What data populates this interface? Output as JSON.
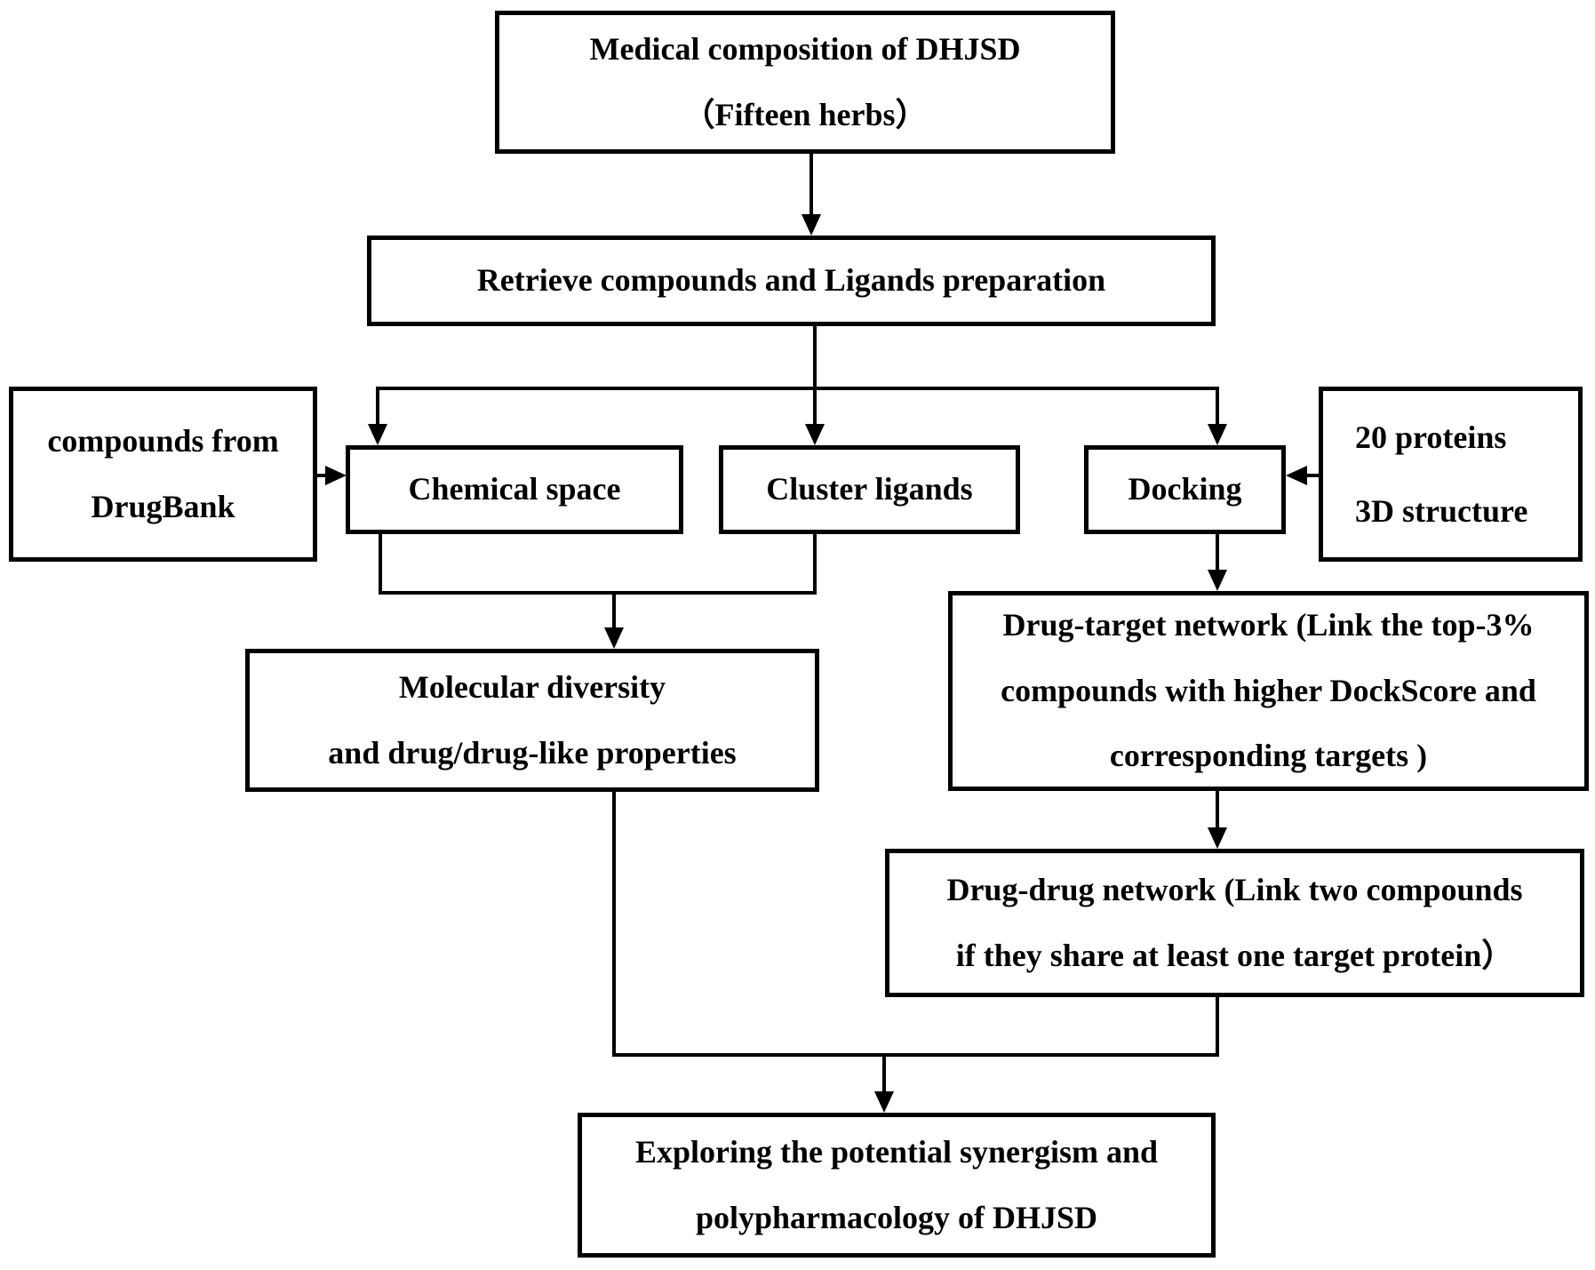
{
  "diagram": {
    "type": "flowchart",
    "colors": {
      "background": "#ffffff",
      "box_border": "#000000",
      "box_fill": "#ffffff",
      "line": "#000000",
      "text": "#000000"
    },
    "nodes": {
      "medical_composition": {
        "lines": [
          "Medical composition of DHJSD",
          "（Fifteen herbs）"
        ]
      },
      "retrieve": {
        "lines": [
          "Retrieve compounds and Ligands preparation"
        ]
      },
      "drugbank": {
        "lines": [
          "compounds from",
          "DrugBank"
        ]
      },
      "chemical_space": {
        "lines": [
          "Chemical space"
        ]
      },
      "cluster_ligands": {
        "lines": [
          "Cluster ligands"
        ]
      },
      "docking": {
        "lines": [
          "Docking"
        ]
      },
      "proteins": {
        "lines": [
          "20 proteins",
          "3D structure"
        ]
      },
      "molecular_diversity": {
        "lines": [
          "Molecular diversity",
          "and drug/drug-like properties"
        ]
      },
      "drug_target_network": {
        "lines": [
          "Drug-target network (Link the top-3%",
          "compounds with higher DockScore and",
          "corresponding targets )"
        ]
      },
      "drug_drug_network": {
        "lines": [
          "Drug-drug network (Link two compounds",
          "if they share at least one target protein）"
        ]
      },
      "exploring": {
        "lines": [
          "Exploring the potential synergism and",
          "polypharmacology of DHJSD"
        ]
      }
    },
    "edges": [
      {
        "from": "medical_composition",
        "to": "retrieve",
        "arrow": true
      },
      {
        "from": "retrieve",
        "to": "chemical_space",
        "arrow": true
      },
      {
        "from": "retrieve",
        "to": "cluster_ligands",
        "arrow": true
      },
      {
        "from": "retrieve",
        "to": "docking",
        "arrow": true
      },
      {
        "from": "drugbank",
        "to": "chemical_space",
        "arrow": true
      },
      {
        "from": "proteins",
        "to": "docking",
        "arrow": true
      },
      {
        "from": "chemical_space",
        "to": "molecular_diversity",
        "arrow": true,
        "note": "merges with cluster_ligands branch"
      },
      {
        "from": "cluster_ligands",
        "to": "molecular_diversity",
        "arrow": true,
        "note": "merges with chemical_space branch"
      },
      {
        "from": "docking",
        "to": "drug_target_network",
        "arrow": true
      },
      {
        "from": "drug_target_network",
        "to": "drug_drug_network",
        "arrow": true
      },
      {
        "from": "molecular_diversity",
        "to": "exploring",
        "arrow": true,
        "note": "merges with drug_drug_network branch"
      },
      {
        "from": "drug_drug_network",
        "to": "exploring",
        "arrow": true,
        "note": "merges with molecular_diversity branch"
      }
    ]
  }
}
